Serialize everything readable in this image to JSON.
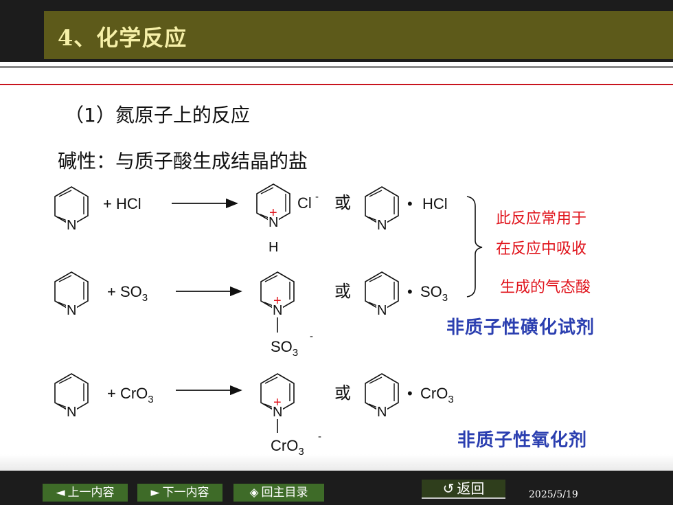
{
  "header": {
    "title": "4、化学反应"
  },
  "content": {
    "section": "（1）氮原子上的反应",
    "subtitle": "碱性：与质子酸生成结晶的盐",
    "labels": {
      "N": "N",
      "H": "H",
      "plus": "+",
      "or": "或",
      "dot": "•"
    },
    "reactions": [
      {
        "reagent": "+ HCl",
        "counter_ion": "Cl",
        "counter_charge": "-",
        "complex": "HCl"
      },
      {
        "reagent_base": "+ SO",
        "reagent_sub": "3",
        "substituent_base": "SO",
        "substituent_sub": "3",
        "substituent_charge": "-",
        "complex_base": "SO",
        "complex_sub": "3"
      },
      {
        "reagent_base": "+ CrO",
        "reagent_sub": "3",
        "substituent_base": "CrO",
        "substituent_sub": "3",
        "substituent_charge": "-",
        "complex_base": "CrO",
        "complex_sub": "3"
      }
    ],
    "note_lines": [
      "此反应常用于",
      "在反应中吸收",
      "生成的气态酸"
    ],
    "sulfonating_agent": "非质子性磺化试剂",
    "oxidizing_agent": "非质子性氧化剂"
  },
  "nav": {
    "prev": "上一内容",
    "next": "下一内容",
    "home": "回主目录",
    "back": "返回",
    "prev_icon": "◄",
    "next_icon": "►",
    "home_icon": "◈",
    "back_icon": "↺",
    "date": "2025/5/19"
  },
  "colors": {
    "title_bar": "#5d5a1a",
    "title_text": "#f6f0a8",
    "accent_red": "#e0141c",
    "accent_blue": "#2b3fb0",
    "nav_button": "#3e6b28"
  }
}
